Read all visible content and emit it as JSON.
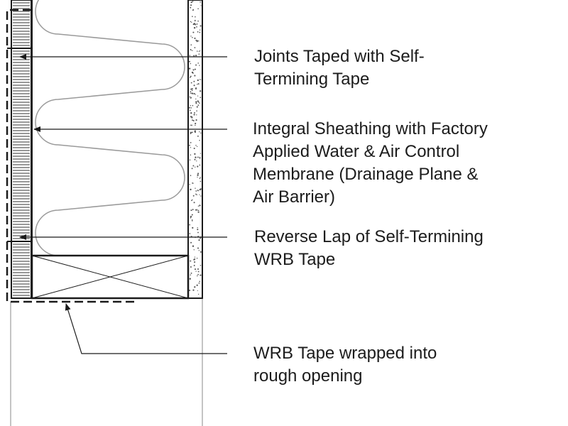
{
  "callouts": [
    {
      "id": "joints-taped",
      "lines": [
        "Joints Taped with Self-",
        "Termining Tape"
      ]
    },
    {
      "id": "integral-sheathing",
      "lines": [
        "Integral Sheathing with Factory",
        "Applied Water & Air Control",
        "Membrane (Drainage Plane &",
        "Air Barrier)"
      ]
    },
    {
      "id": "reverse-lap",
      "lines": [
        "Reverse Lap of Self-Termining",
        "WRB Tape"
      ]
    },
    {
      "id": "wrb-tape-wrapped",
      "lines": [
        "WRB Tape wrapped into",
        "rough opening"
      ]
    }
  ],
  "colors": {
    "line": "#1a1a1a",
    "thin_line": "#8a8a8a",
    "insulation": "#9a9a9a",
    "text": "#1c1c1c"
  }
}
